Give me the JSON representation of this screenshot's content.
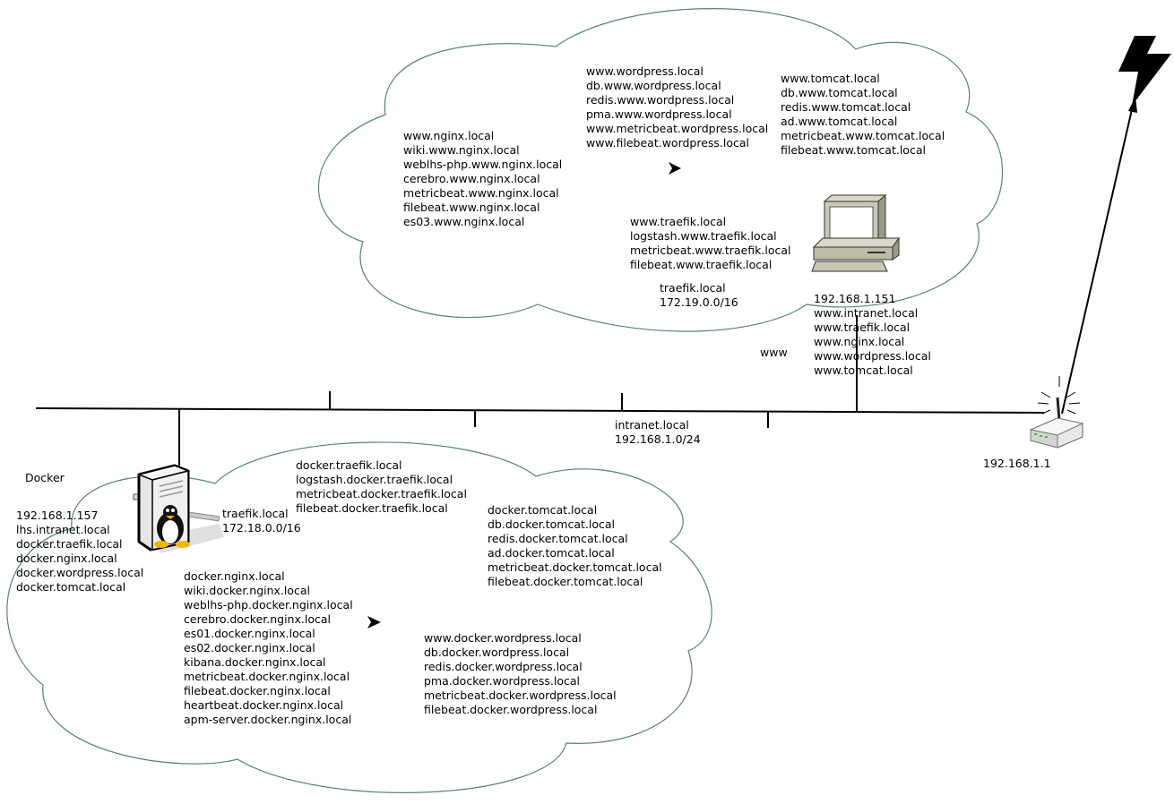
{
  "colors": {
    "cloud_stroke": "#5a8080",
    "line": "#000000"
  },
  "www_cloud": {
    "nginx_hosts": [
      "www.nginx.local",
      "wiki.www.nginx.local",
      "weblhs-php.www.nginx.local",
      "cerebro.www.nginx.local",
      "metricbeat.www.nginx.local",
      "filebeat.www.nginx.local",
      "es03.www.nginx.local"
    ],
    "wordpress_hosts": [
      "www.wordpress.local",
      "db.www.wordpress.local",
      "redis.www.wordpress.local",
      "pma.www.wordpress.local",
      "www.metricbeat.wordpress.local",
      "www.filebeat.wordpress.local"
    ],
    "tomcat_hosts": [
      "www.tomcat.local",
      "db.www.tomcat.local",
      "redis.www.tomcat.local",
      "ad.www.tomcat.local",
      "metricbeat.www.tomcat.local",
      "filebeat.www.tomcat.local"
    ],
    "traefik_hosts": [
      "www.traefik.local",
      "logstash.www.traefik.local",
      "metricbeat.www.traefik.local",
      "filebeat.www.traefik.local"
    ],
    "network": [
      "traefik.local",
      "172.19.0.0/16"
    ]
  },
  "www_host": {
    "label": "www",
    "lines": [
      "192.168.1.151",
      "www.intranet.local",
      "www.traefik.local",
      "www.nginx.local",
      "www.wordpress.local",
      "www.tomcat.local"
    ],
    "icon": "desktop-computer-icon"
  },
  "intranet": {
    "lines": [
      "intranet.local",
      "192.168.1.0/24"
    ]
  },
  "router": {
    "ip": "192.168.1.1",
    "icon": "wifi-router-icon",
    "internet_icon": "lightning-bolt-icon"
  },
  "docker_host": {
    "label": "Docker",
    "lines": [
      "192.168.1.157",
      "lhs.intranet.local",
      "docker.traefik.local",
      "docker.nginx.local",
      "docker.wordpress.local",
      "docker.tomcat.local"
    ],
    "icon": "linux-server-icon"
  },
  "docker_cloud": {
    "network": [
      "traefik.local",
      "172.18.0.0/16"
    ],
    "traefik_hosts": [
      "docker.traefik.local",
      "logstash.docker.traefik.local",
      "metricbeat.docker.traefik.local",
      "filebeat.docker.traefik.local"
    ],
    "tomcat_hosts": [
      "docker.tomcat.local",
      "db.docker.tomcat.local",
      "redis.docker.tomcat.local",
      "ad.docker.tomcat.local",
      "metricbeat.docker.tomcat.local",
      "filebeat.docker.tomcat.local"
    ],
    "nginx_hosts": [
      "docker.nginx.local",
      "wiki.docker.nginx.local",
      "weblhs-php.docker.nginx.local",
      "cerebro.docker.nginx.local",
      "es01.docker.nginx.local",
      "es02.docker.nginx.local",
      "kibana.docker.nginx.local",
      "metricbeat.docker.nginx.local",
      "filebeat.docker.nginx.local",
      "heartbeat.docker.nginx.local",
      "apm-server.docker.nginx.local"
    ],
    "wordpress_hosts": [
      "www.docker.wordpress.local",
      "db.docker.wordpress.local",
      "redis.docker.wordpress.local",
      "pma.docker.wordpress.local",
      "metricbeat.docker.wordpress.local",
      "filebeat.docker.wordpress.local"
    ]
  }
}
